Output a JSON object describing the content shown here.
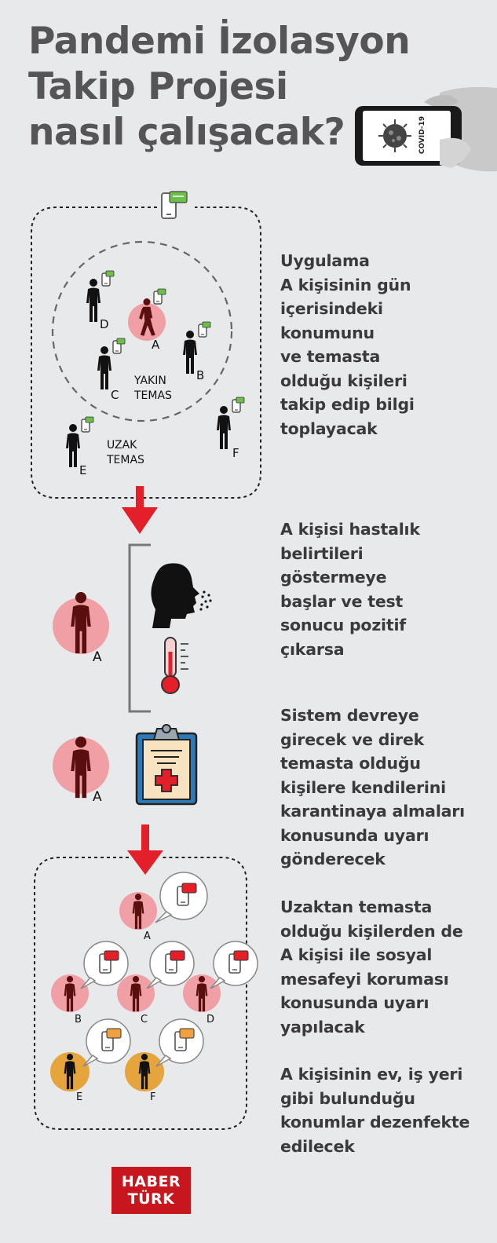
{
  "title": {
    "lines": [
      "Pandemi İzolasyon",
      "Takip Projesi",
      "nasıl çalışacak?"
    ]
  },
  "phone_badge": "COVID-19",
  "section1": {
    "lines": [
      "Uygulama",
      "A kişisinin gün",
      "içerisindeki",
      "konumunu",
      "ve temasta",
      "olduğu kişileri",
      "takip edip bilgi",
      "toplayacak"
    ],
    "yakin_temas": [
      "YAKIN",
      "TEMAS"
    ],
    "uzak_temas": [
      "UZAK",
      "TEMAS"
    ],
    "people": [
      "A",
      "B",
      "C",
      "D",
      "E",
      "F"
    ]
  },
  "section2": {
    "lines": [
      "A kişisi hastalık",
      "belirtileri",
      "göstermeye",
      "başlar ve test",
      "sonucu pozitif",
      "çıkarsa"
    ],
    "person": "A"
  },
  "section3": {
    "lines": [
      "Sistem devreye",
      "girecek ve direk",
      "temasta olduğu",
      "kişilere kendilerini",
      "karantinaya almaları",
      "konusunda uyarı",
      "gönderecek"
    ],
    "person": "A"
  },
  "section4": {
    "lines": [
      "Uzaktan temasta",
      "olduğu kişilerden de",
      "A kişisi ile sosyal",
      "mesafeyi koruması",
      "konusunda uyarı",
      "yapılacak"
    ],
    "people": [
      "A",
      "B",
      "C",
      "D",
      "E",
      "F"
    ]
  },
  "section5": {
    "lines": [
      "A kişisinin ev, iş yeri",
      "gibi bulunduğu",
      "konumlar dezenfekte",
      "edilecek"
    ]
  },
  "logo": {
    "line1": "HABER",
    "line2": "TÜRK"
  },
  "colors": {
    "background": "#e8e9eb",
    "title": "#555557",
    "infected_circle": "#f0a0a4",
    "infected_figure": "#5a0f0f",
    "far_contact_circle": "#e6a43c",
    "arrow_red": "#e3202a",
    "logo_red": "#c7161e",
    "msg_green": "#6cc04a",
    "msg_red": "#e3202a",
    "msg_orange": "#f0a040"
  },
  "icons": [
    "phone-icon",
    "person-icon",
    "cough-icon",
    "thermometer-icon",
    "clipboard-icon",
    "message-bubble-icon",
    "arrow-down-icon"
  ]
}
